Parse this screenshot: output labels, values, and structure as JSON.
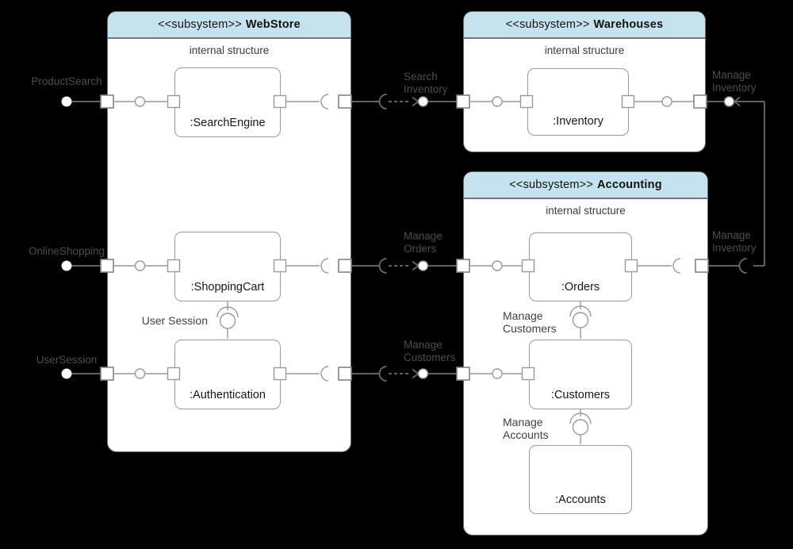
{
  "subsystems": {
    "webstore": {
      "stereotype": "<<subsystem>>",
      "name": "WebStore",
      "internal_label": "internal structure"
    },
    "warehouses": {
      "stereotype": "<<subsystem>>",
      "name": "Warehouses",
      "internal_label": "internal structure"
    },
    "accounting": {
      "stereotype": "<<subsystem>>",
      "name": "Accounting",
      "internal_label": "internal structure"
    }
  },
  "components": {
    "search_engine": ":SearchEngine",
    "shopping_cart": ":ShoppingCart",
    "authentication": ":Authentication",
    "inventory": ":Inventory",
    "orders": ":Orders",
    "customers": ":Customers",
    "accounts": ":Accounts"
  },
  "labels": {
    "product_search": "ProductSearch",
    "online_shopping": "OnlineShopping",
    "user_session": "UserSession",
    "user_session_provided": "User Session",
    "search_inventory": "Search\nInventory",
    "manage_orders": "Manage\nOrders",
    "manage_customers": "Manage\nCustomers",
    "manage_inventory": "Manage\nInventory",
    "manage_accounts": "Manage\nAccounts"
  },
  "colors": {
    "background": "#000000",
    "subsystem_fill": "#ffffff",
    "subsystem_border": "#6f6f6f",
    "header_fill": "#c5e3ee",
    "component_border": "#9a9a9a",
    "connector_internal": "#9a9a9a",
    "connector_external": "#6f6f6f",
    "external_label_text": "#4d4d4d",
    "internal_label_text": "#3f3f3f"
  }
}
